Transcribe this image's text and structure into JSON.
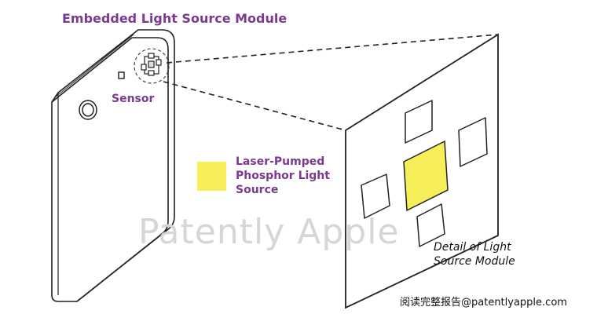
{
  "labels": {
    "embedded_module": "Embedded Light Source Module",
    "sensor": "Sensor",
    "laser_line1": "Laser-Pumped",
    "laser_line2": "Phosphor Light",
    "laser_line3": "Source",
    "detail_line1": "Detail of Light",
    "detail_line2": "Source Module"
  },
  "watermark": "Patently Apple",
  "source_credit": "阅读完整报告@patentlyapple.com",
  "colors": {
    "label_purple": "#7a3a8f",
    "phosphor_yellow": "#f7ef5a",
    "line": "#222222"
  }
}
